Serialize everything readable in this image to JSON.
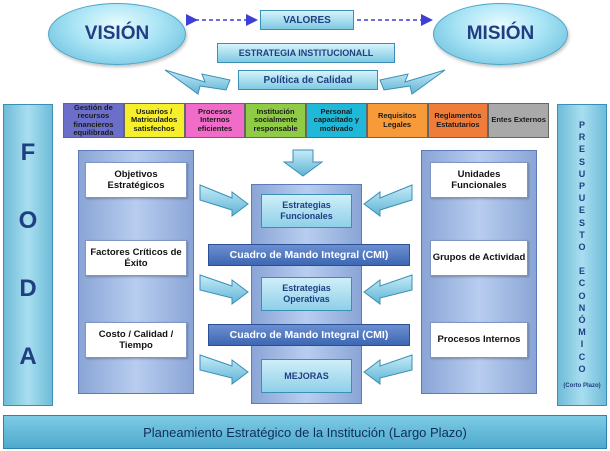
{
  "top": {
    "vision": "VISIÓN",
    "mision": "MISIÓN",
    "valores": "VALORES",
    "estrategia": "ESTRATEGIA INSTITUCIONALL",
    "politica": "Política de Calidad"
  },
  "categories": [
    {
      "label": "Gestión de recursos financieros equilibrada",
      "color": "#6b6fc9"
    },
    {
      "label": "Usuarios / Matriculados satisfechos",
      "color": "#f6ef2c"
    },
    {
      "label": "Procesos Internos eficientes",
      "color": "#f06cc8"
    },
    {
      "label": "Institución socialmente responsable",
      "color": "#8fcb45"
    },
    {
      "label": "Personal capacitado y motivado",
      "color": "#20b8d8"
    },
    {
      "label": "Requisitos Legales",
      "color": "#f79a3a"
    },
    {
      "label": "Reglamentos Estatutarios",
      "color": "#f07c3a"
    },
    {
      "label": "Entes Externos",
      "color": "#a9a9a9"
    }
  ],
  "foda": [
    "F",
    "O",
    "D",
    "A"
  ],
  "presupuesto": {
    "letters": [
      "P",
      "R",
      "E",
      "S",
      "U",
      "P",
      "U",
      "E",
      "S",
      "T",
      "O",
      "",
      "E",
      "C",
      "O",
      "N",
      "Ó",
      "M",
      "I",
      "C",
      "O"
    ],
    "note": "(Corto Plazo)"
  },
  "left_boxes": [
    "Objetivos Estratégicos",
    "Factores Críticos de Éxito",
    "Costo / Calidad / Tiempo"
  ],
  "right_boxes": [
    "Unidades Funcionales",
    "Grupos de Actividad",
    "Procesos Internos"
  ],
  "center": {
    "estrategias_funcionales": "Estrategias Funcionales",
    "cmi1": "Cuadro de Mando Integral (CMI)",
    "estrategias_operativas": "Estrategias Operativas",
    "cmi2": "Cuadro de Mando Integral (CMI)",
    "mejoras": "MEJORAS"
  },
  "bottom": "Planeamiento Estratégico de la Institución (Largo Plazo)"
}
